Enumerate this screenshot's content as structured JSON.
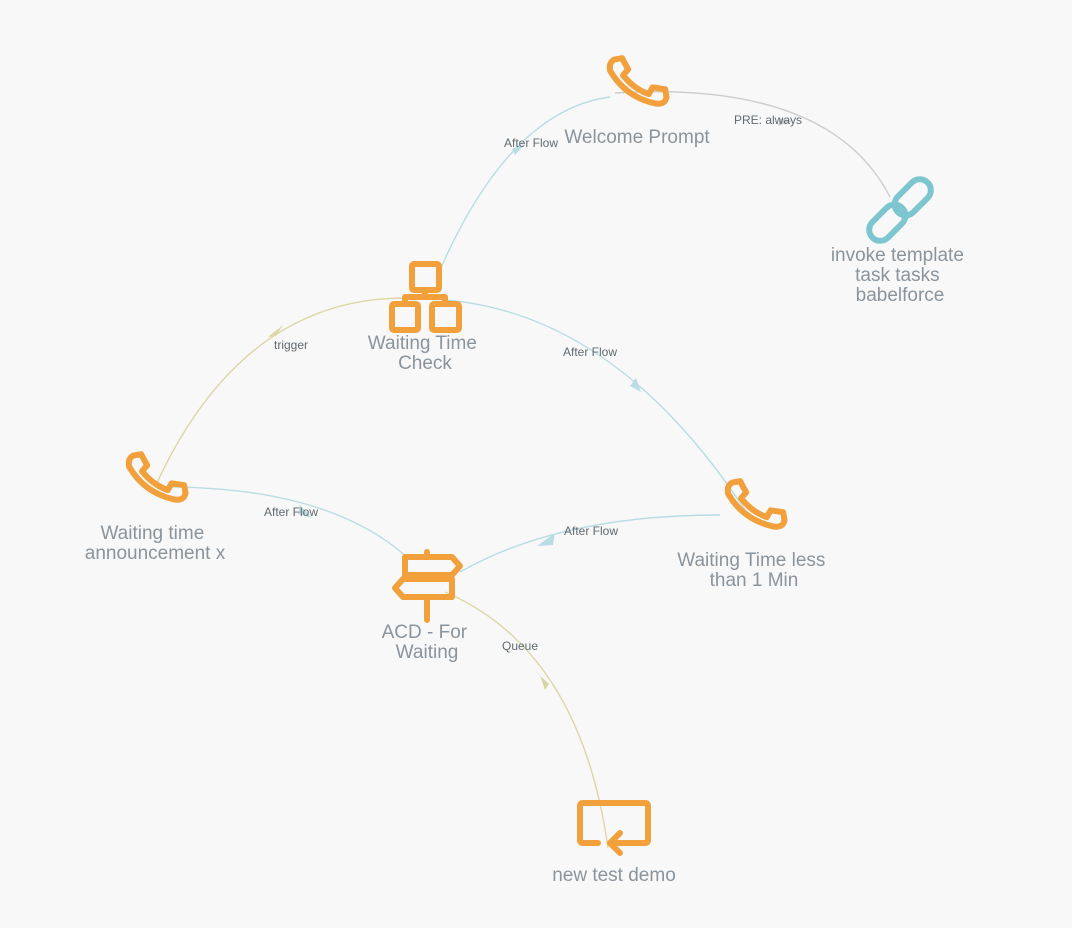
{
  "colors": {
    "background": "#f8f8f8",
    "node_orange": "#f2a03c",
    "node_teal": "#7ec6cf",
    "edge_blue": "#b9dde3",
    "edge_tan": "#ddd6a8",
    "edge_gray": "#cccccc",
    "label_gray": "#8a949c",
    "edge_label": "#606a70"
  },
  "nodes": {
    "welcome_prompt": {
      "label_lines": [
        "Welcome Prompt"
      ],
      "icon": "phone-icon"
    },
    "invoke_template": {
      "label_lines": [
        "invoke template",
        "task tasks",
        "babelforce"
      ],
      "icon": "link-icon"
    },
    "waiting_time_check": {
      "label_lines": [
        "Waiting Time",
        "Check"
      ],
      "icon": "sitemap-icon"
    },
    "waiting_time_announcement": {
      "label_lines": [
        "Waiting time",
        "announcement x"
      ],
      "icon": "phone-icon"
    },
    "waiting_time_less": {
      "label_lines": [
        "Waiting Time less",
        "than 1 Min"
      ],
      "icon": "phone-icon"
    },
    "acd_for_waiting": {
      "label_lines": [
        "ACD - For",
        "Waiting"
      ],
      "icon": "signpost-icon"
    },
    "new_test_demo": {
      "label_lines": [
        "new test demo"
      ],
      "icon": "return-icon"
    }
  },
  "edges": {
    "check_to_welcome": {
      "label": "After Flow"
    },
    "welcome_to_invoke": {
      "label": "PRE: always"
    },
    "check_to_less": {
      "label": "After Flow"
    },
    "announce_to_check": {
      "label": "trigger"
    },
    "less_to_acd": {
      "label": "After Flow"
    },
    "acd_to_announce": {
      "label": "After Flow"
    },
    "acd_to_demo": {
      "label": "Queue"
    }
  }
}
